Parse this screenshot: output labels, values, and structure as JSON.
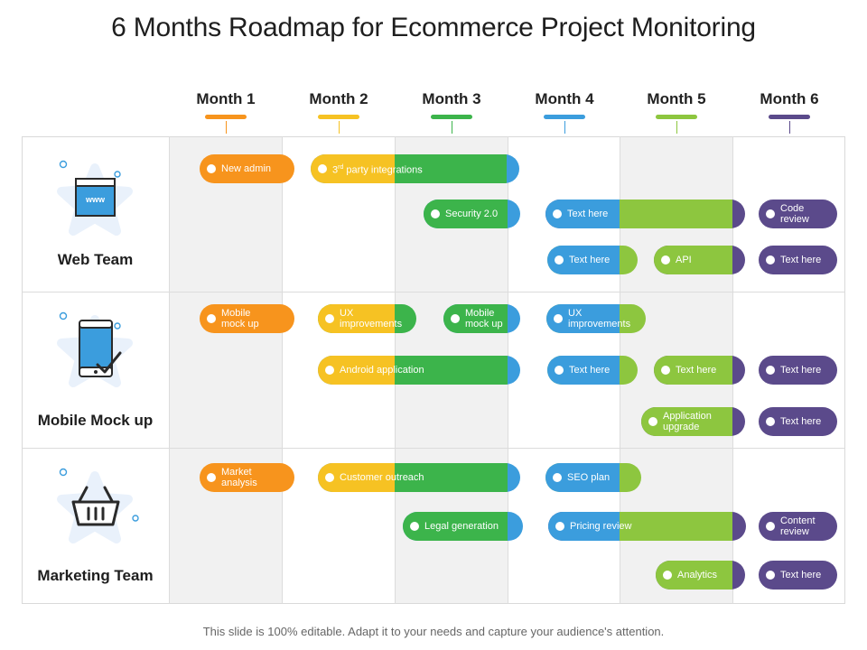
{
  "title": "6 Months Roadmap for Ecommerce Project Monitoring",
  "footer": "This slide is 100% editable. Adapt it to your needs and capture your audience's attention.",
  "months": [
    {
      "label": "Month 1",
      "color": "#f7941d"
    },
    {
      "label": "Month 2",
      "color": "#f6c223"
    },
    {
      "label": "Month 3",
      "color": "#3cb44b"
    },
    {
      "label": "Month 4",
      "color": "#3b9ddd"
    },
    {
      "label": "Month 5",
      "color": "#8dc63f"
    },
    {
      "label": "Month 6",
      "color": "#5b4a8b"
    }
  ],
  "teams": [
    {
      "name": "Web Team",
      "icon": "browser-www-icon"
    },
    {
      "name": "Mobile Mock up",
      "icon": "smartphone-check-icon"
    },
    {
      "name": "Marketing Team",
      "icon": "shopping-basket-icon"
    }
  ],
  "tasks": {
    "web": {
      "new_admin": "New admin",
      "third_party_pre": "3",
      "third_party_sup": "rd",
      "third_party_post": " party integrations",
      "security": "Security 2.0",
      "text_here_1": "Text here",
      "code_review": "Code review",
      "text_here_2": "Text here",
      "api": "API",
      "text_here_3": "Text here"
    },
    "mobile": {
      "mobile_mock_up_1": "Mobile mock up",
      "ux_improvements_1": "UX improvements",
      "mobile_mock_up_2": "Mobile mock up",
      "ux_improvements_2": "UX improvements",
      "android": "Android application",
      "text_here_1": "Text here",
      "text_here_2": "Text here",
      "text_here_3": "Text here",
      "app_upgrade": "Application upgrade",
      "text_here_4": "Text here"
    },
    "marketing": {
      "market_analysis": "Market analysis",
      "customer_outreach": "Customer outreach",
      "seo_plan": "SEO plan",
      "legal_generation": "Legal generation",
      "pricing_review": "Pricing review",
      "content_review": "Content review",
      "analytics": "Analytics",
      "text_here": "Text here"
    }
  }
}
